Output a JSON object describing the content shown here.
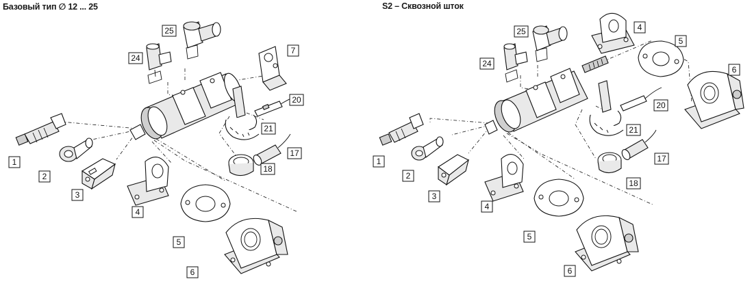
{
  "headings": {
    "left": "Базовый тип ∅ 12 ... 25",
    "right": "S2 – Сквозной шток"
  },
  "left_labels": [
    "1",
    "2",
    "3",
    "4",
    "5",
    "6",
    "7",
    "17",
    "18",
    "20",
    "21",
    "24",
    "25"
  ],
  "right_labels": [
    "1",
    "2",
    "3",
    "4",
    "5",
    "6",
    "17",
    "18",
    "20",
    "21",
    "24",
    "25"
  ]
}
